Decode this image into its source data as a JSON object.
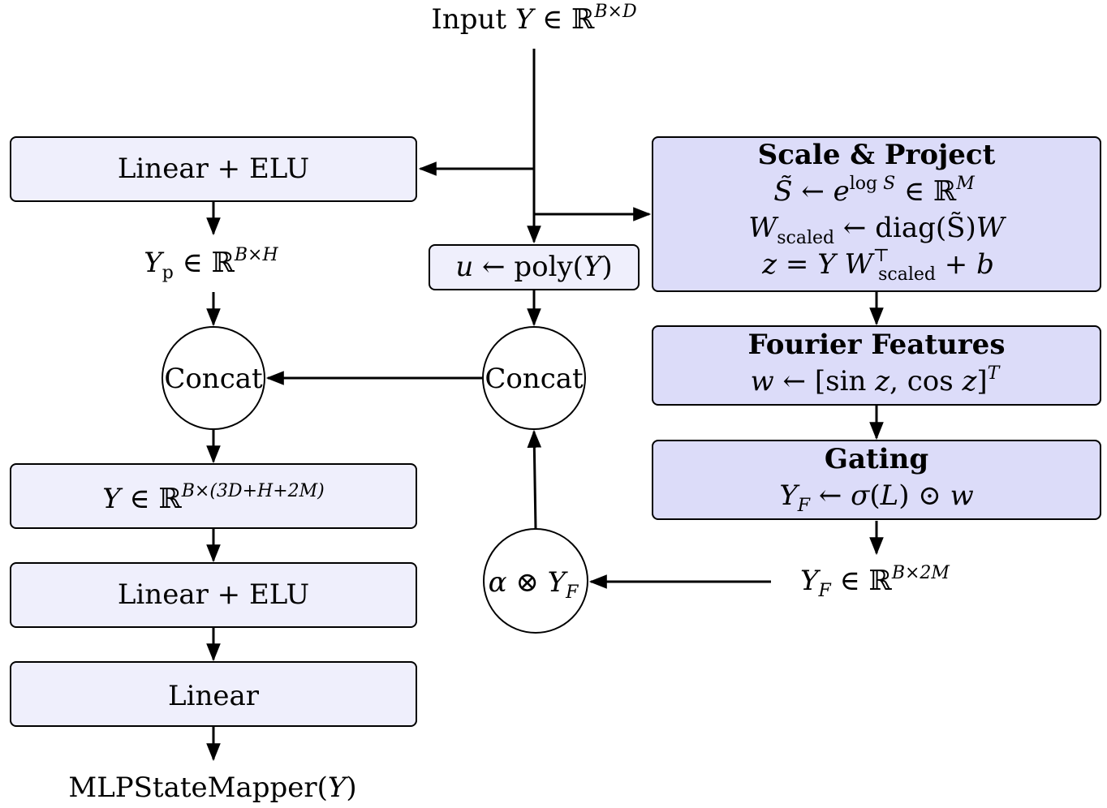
{
  "input_label": "Input Y ∈ ℝ^(B×D)",
  "left_branch": {
    "linear_elu_1": "Linear + ELU",
    "yp_label": "Yp ∈ ℝ^(B×H)",
    "concat": "Concat",
    "concat_output": "Y ∈ ℝ^(B×(3D+H+2M))",
    "linear_elu_2": "Linear + ELU",
    "linear": "Linear",
    "output_label": "MLPStateMapper(Y)"
  },
  "middle_branch": {
    "poly": "u ← poly(Y)",
    "concat": "Concat",
    "alpha_product": "α ⊗ YF"
  },
  "right_branch": {
    "scale_project": {
      "title": "Scale & Project",
      "line1": "S̃ ← e^(log S) ∈ ℝ^M",
      "line2": "W_scaled ← diag(S̃)W",
      "line3": "z = Y W_scaled^⊤ + b"
    },
    "fourier": {
      "title": "Fourier Features",
      "line1": "w ← [sin z, cos z]^T"
    },
    "gating": {
      "title": "Gating",
      "line1": "YF ← σ(L) ⊙ w"
    },
    "yf_label": "YF ∈ ℝ^(B×2M)"
  },
  "colors": {
    "light_box": "#efeffc",
    "dark_box": "#dcdcf9",
    "stroke": "#000000"
  }
}
